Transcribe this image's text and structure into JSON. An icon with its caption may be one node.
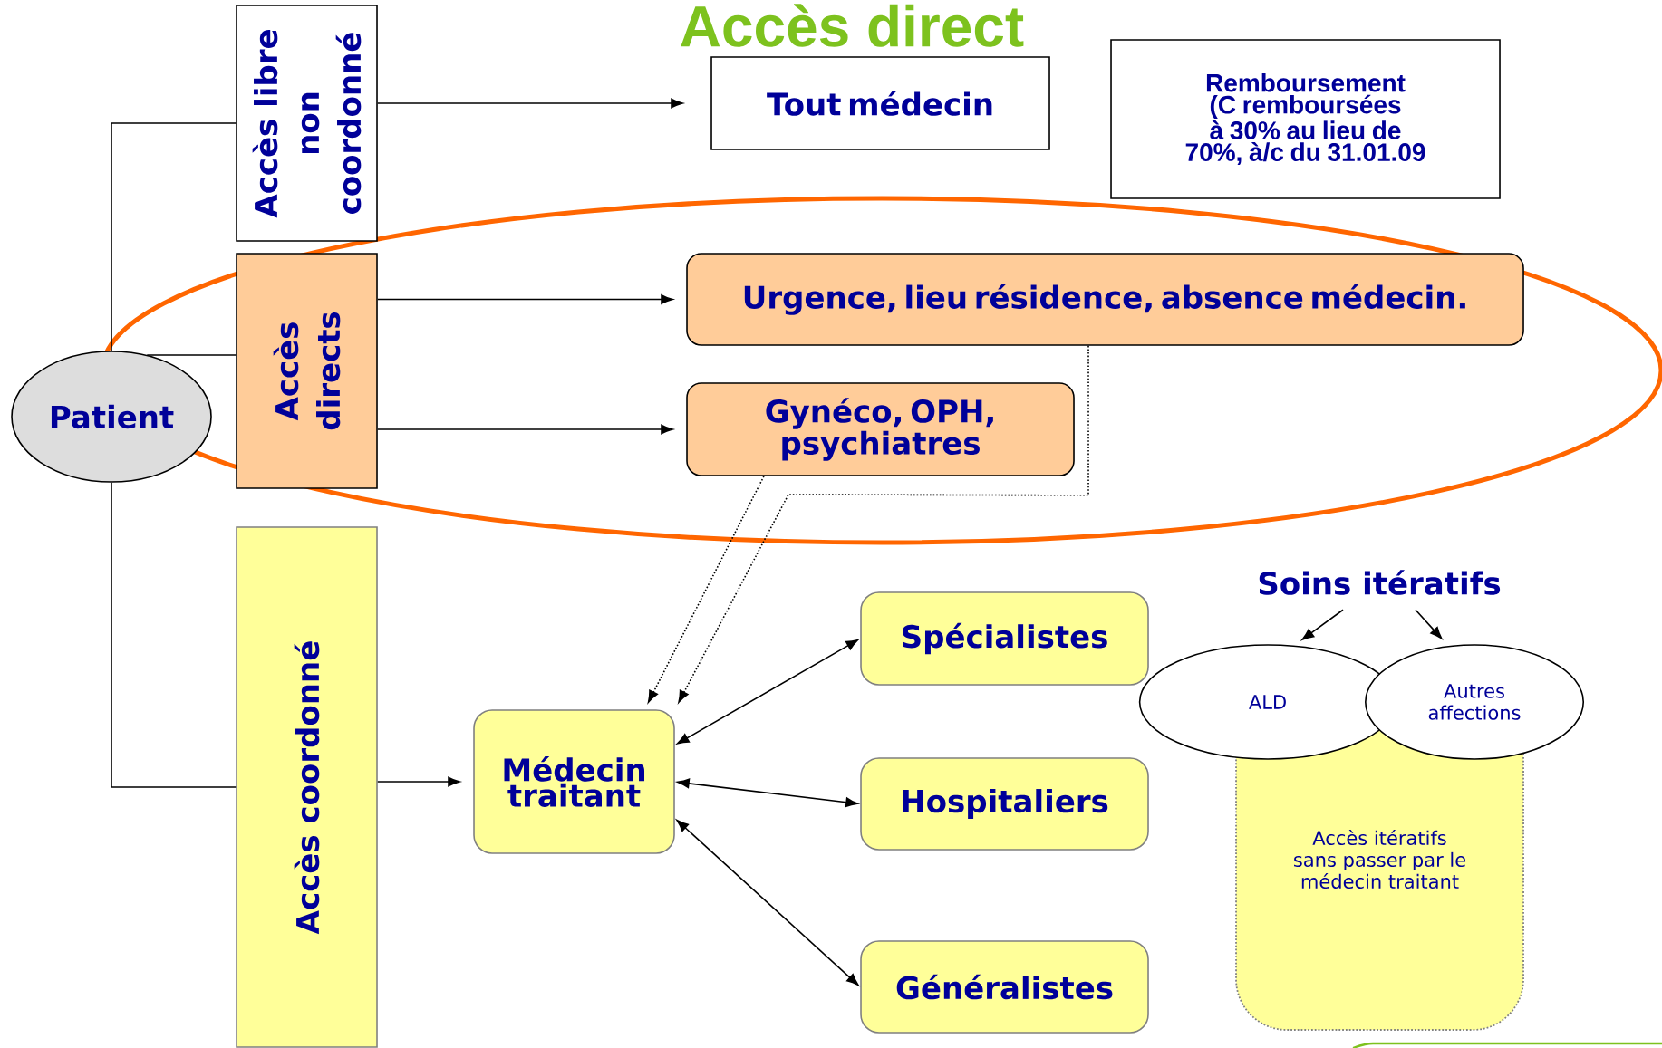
{
  "diagram": {
    "title": "Accès direct",
    "nodes": [
      {
        "text": [
          "Accès libre non coordonné"
        ]
      },
      {
        "text": [
          "Accès directs"
        ]
      },
      {
        "text": [
          "Accès coordonné"
        ]
      },
      {
        "text": [
          "Patient"
        ]
      },
      {
        "text": [
          "Tout médecin"
        ]
      },
      {
        "text": [
          "Remboursement (C remboursées à 30% au lieu de 70%, à/c du 31.01.09"
        ]
      },
      {
        "text": [
          "Urgence, lieu résidence, absence médecin."
        ]
      },
      {
        "text": [
          "Gynéco, OPH, psychiatres"
        ]
      },
      {
        "text": [
          "Médecin traitant"
        ]
      },
      {
        "text": [
          "Spécialistes"
        ]
      },
      {
        "text": [
          "Hospitaliers"
        ]
      },
      {
        "text": [
          "Généralistes"
        ]
      },
      {
        "text": [
          "Soins itératifs"
        ]
      },
      {
        "text": [
          "Accès itératifs sans passer par le médecin traitant"
        ]
      },
      {
        "text": [
          "ALD"
        ]
      },
      {
        "text": [
          "Autres affections"
        ]
      }
    ],
    "edges": [
      {
        "from": 3,
        "to": 0,
        "arrow": "none"
      },
      {
        "from": 3,
        "to": 1,
        "arrow": "none"
      },
      {
        "from": 3,
        "to": 2,
        "arrow": "none"
      },
      {
        "from": 0,
        "to": 4,
        "arrow": "to"
      },
      {
        "from": 1,
        "to": 6,
        "arrow": "to"
      },
      {
        "from": 1,
        "to": 7,
        "arrow": "to"
      },
      {
        "from": 2,
        "to": 8,
        "arrow": "to"
      },
      {
        "from": 8,
        "to": 9,
        "arrow": "both"
      },
      {
        "from": 8,
        "to": 10,
        "arrow": "both"
      },
      {
        "from": 8,
        "to": 11,
        "arrow": "both"
      },
      {
        "from": 6,
        "to": 8,
        "arrow": "to",
        "style": "dashed"
      },
      {
        "from": 7,
        "to": 8,
        "arrow": "to",
        "style": "dashed"
      },
      {
        "from": 12,
        "to": 14,
        "arrow": "to"
      },
      {
        "from": 12,
        "to": 15,
        "arrow": "to"
      }
    ]
  }
}
